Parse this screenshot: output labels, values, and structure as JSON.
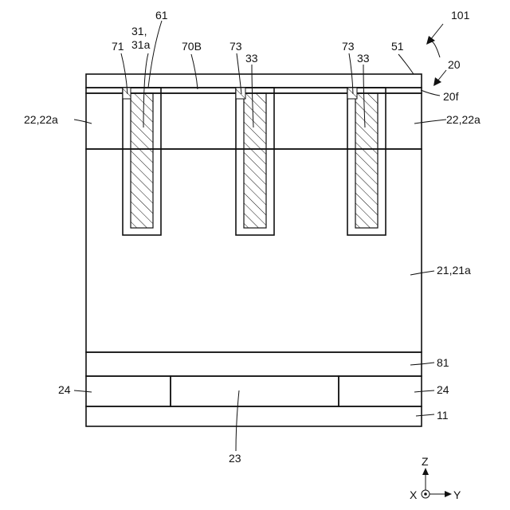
{
  "figure": {
    "ref_number": "101",
    "labels": {
      "l20": "20",
      "l51": "51",
      "l20f": "20f",
      "l61": "61",
      "l31a": "31,",
      "l31b": "31a",
      "l71": "71",
      "l70B": "70B",
      "l73_1": "73",
      "l33_1": "33",
      "l73_2": "73",
      "l33_2": "33",
      "l22_left": "22,22a",
      "l22_right": "22,22a",
      "l21": "21,21a",
      "l81": "81",
      "l24_left": "24",
      "l24_right": "24",
      "l23": "23",
      "l11": "11"
    },
    "axes": {
      "z": "Z",
      "x": "X",
      "y": "Y"
    }
  }
}
